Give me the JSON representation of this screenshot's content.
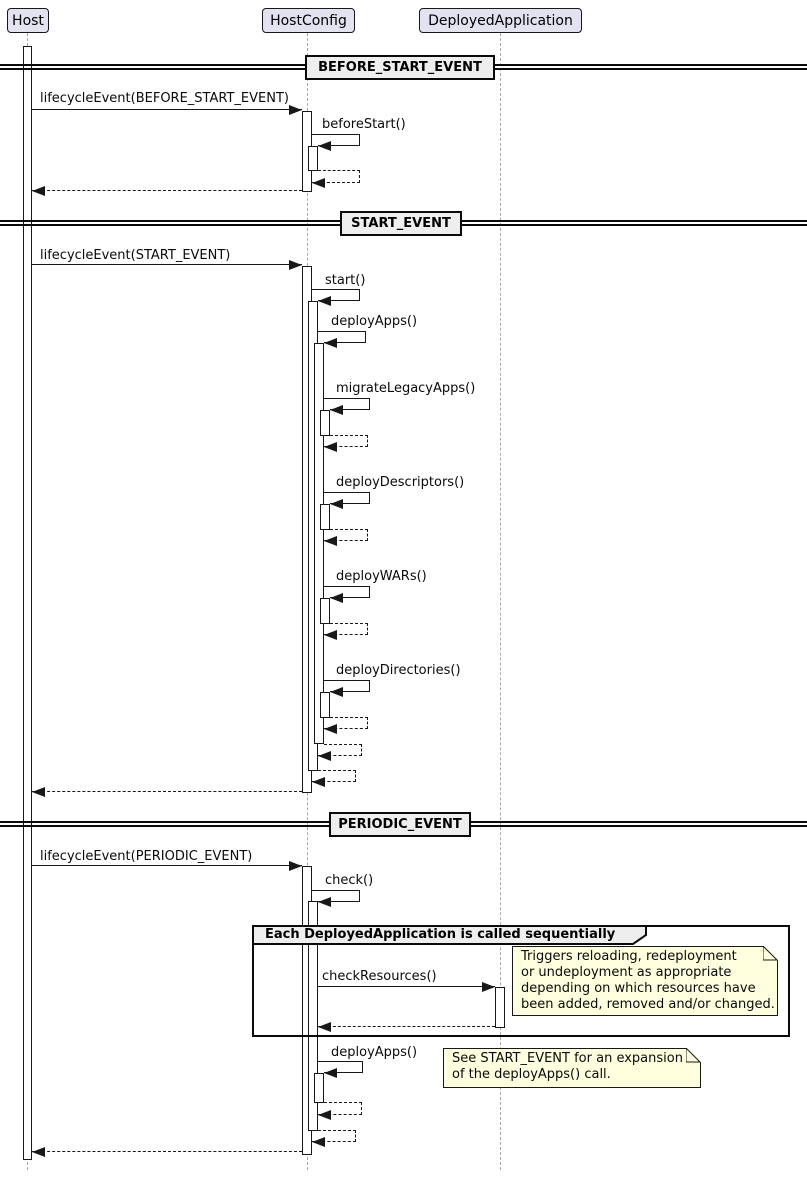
{
  "participants": [
    {
      "label": "Host"
    },
    {
      "label": "HostConfig"
    },
    {
      "label": "DeployedApplication"
    }
  ],
  "dividers": [
    {
      "label": "BEFORE_START_EVENT"
    },
    {
      "label": "START_EVENT"
    },
    {
      "label": "PERIODIC_EVENT"
    }
  ],
  "messages": {
    "lifecycle_before_start": "lifecycleEvent(BEFORE_START_EVENT)",
    "before_start": "beforeStart()",
    "lifecycle_start": "lifecycleEvent(START_EVENT)",
    "start": "start()",
    "deploy_apps": "deployApps()",
    "migrate_legacy_apps": "migrateLegacyApps()",
    "deploy_descriptors": "deployDescriptors()",
    "deploy_wars": "deployWARs()",
    "deploy_directories": "deployDirectories()",
    "lifecycle_periodic": "lifecycleEvent(PERIODIC_EVENT)",
    "check": "check()",
    "check_resources": "checkResources()",
    "deploy_apps_periodic": "deployApps()"
  },
  "group": {
    "title": "Each DeployedApplication is called sequentially"
  },
  "notes": [
    {
      "lines": [
        "Triggers reloading, redeployment",
        "or undeployment as appropriate",
        "depending on which resources have",
        "been added, removed and/or changed."
      ]
    },
    {
      "lines": [
        "See START_EVENT for an expansion",
        "of the deployApps() call."
      ]
    }
  ],
  "colors": {
    "participant_fill": "#E2E2F0",
    "note_fill": "#FEFFDD",
    "divider_fill": "#EEEEEE",
    "line": "#181818",
    "lifeline": "#A8A8A8",
    "background": "#FFFFFF"
  }
}
